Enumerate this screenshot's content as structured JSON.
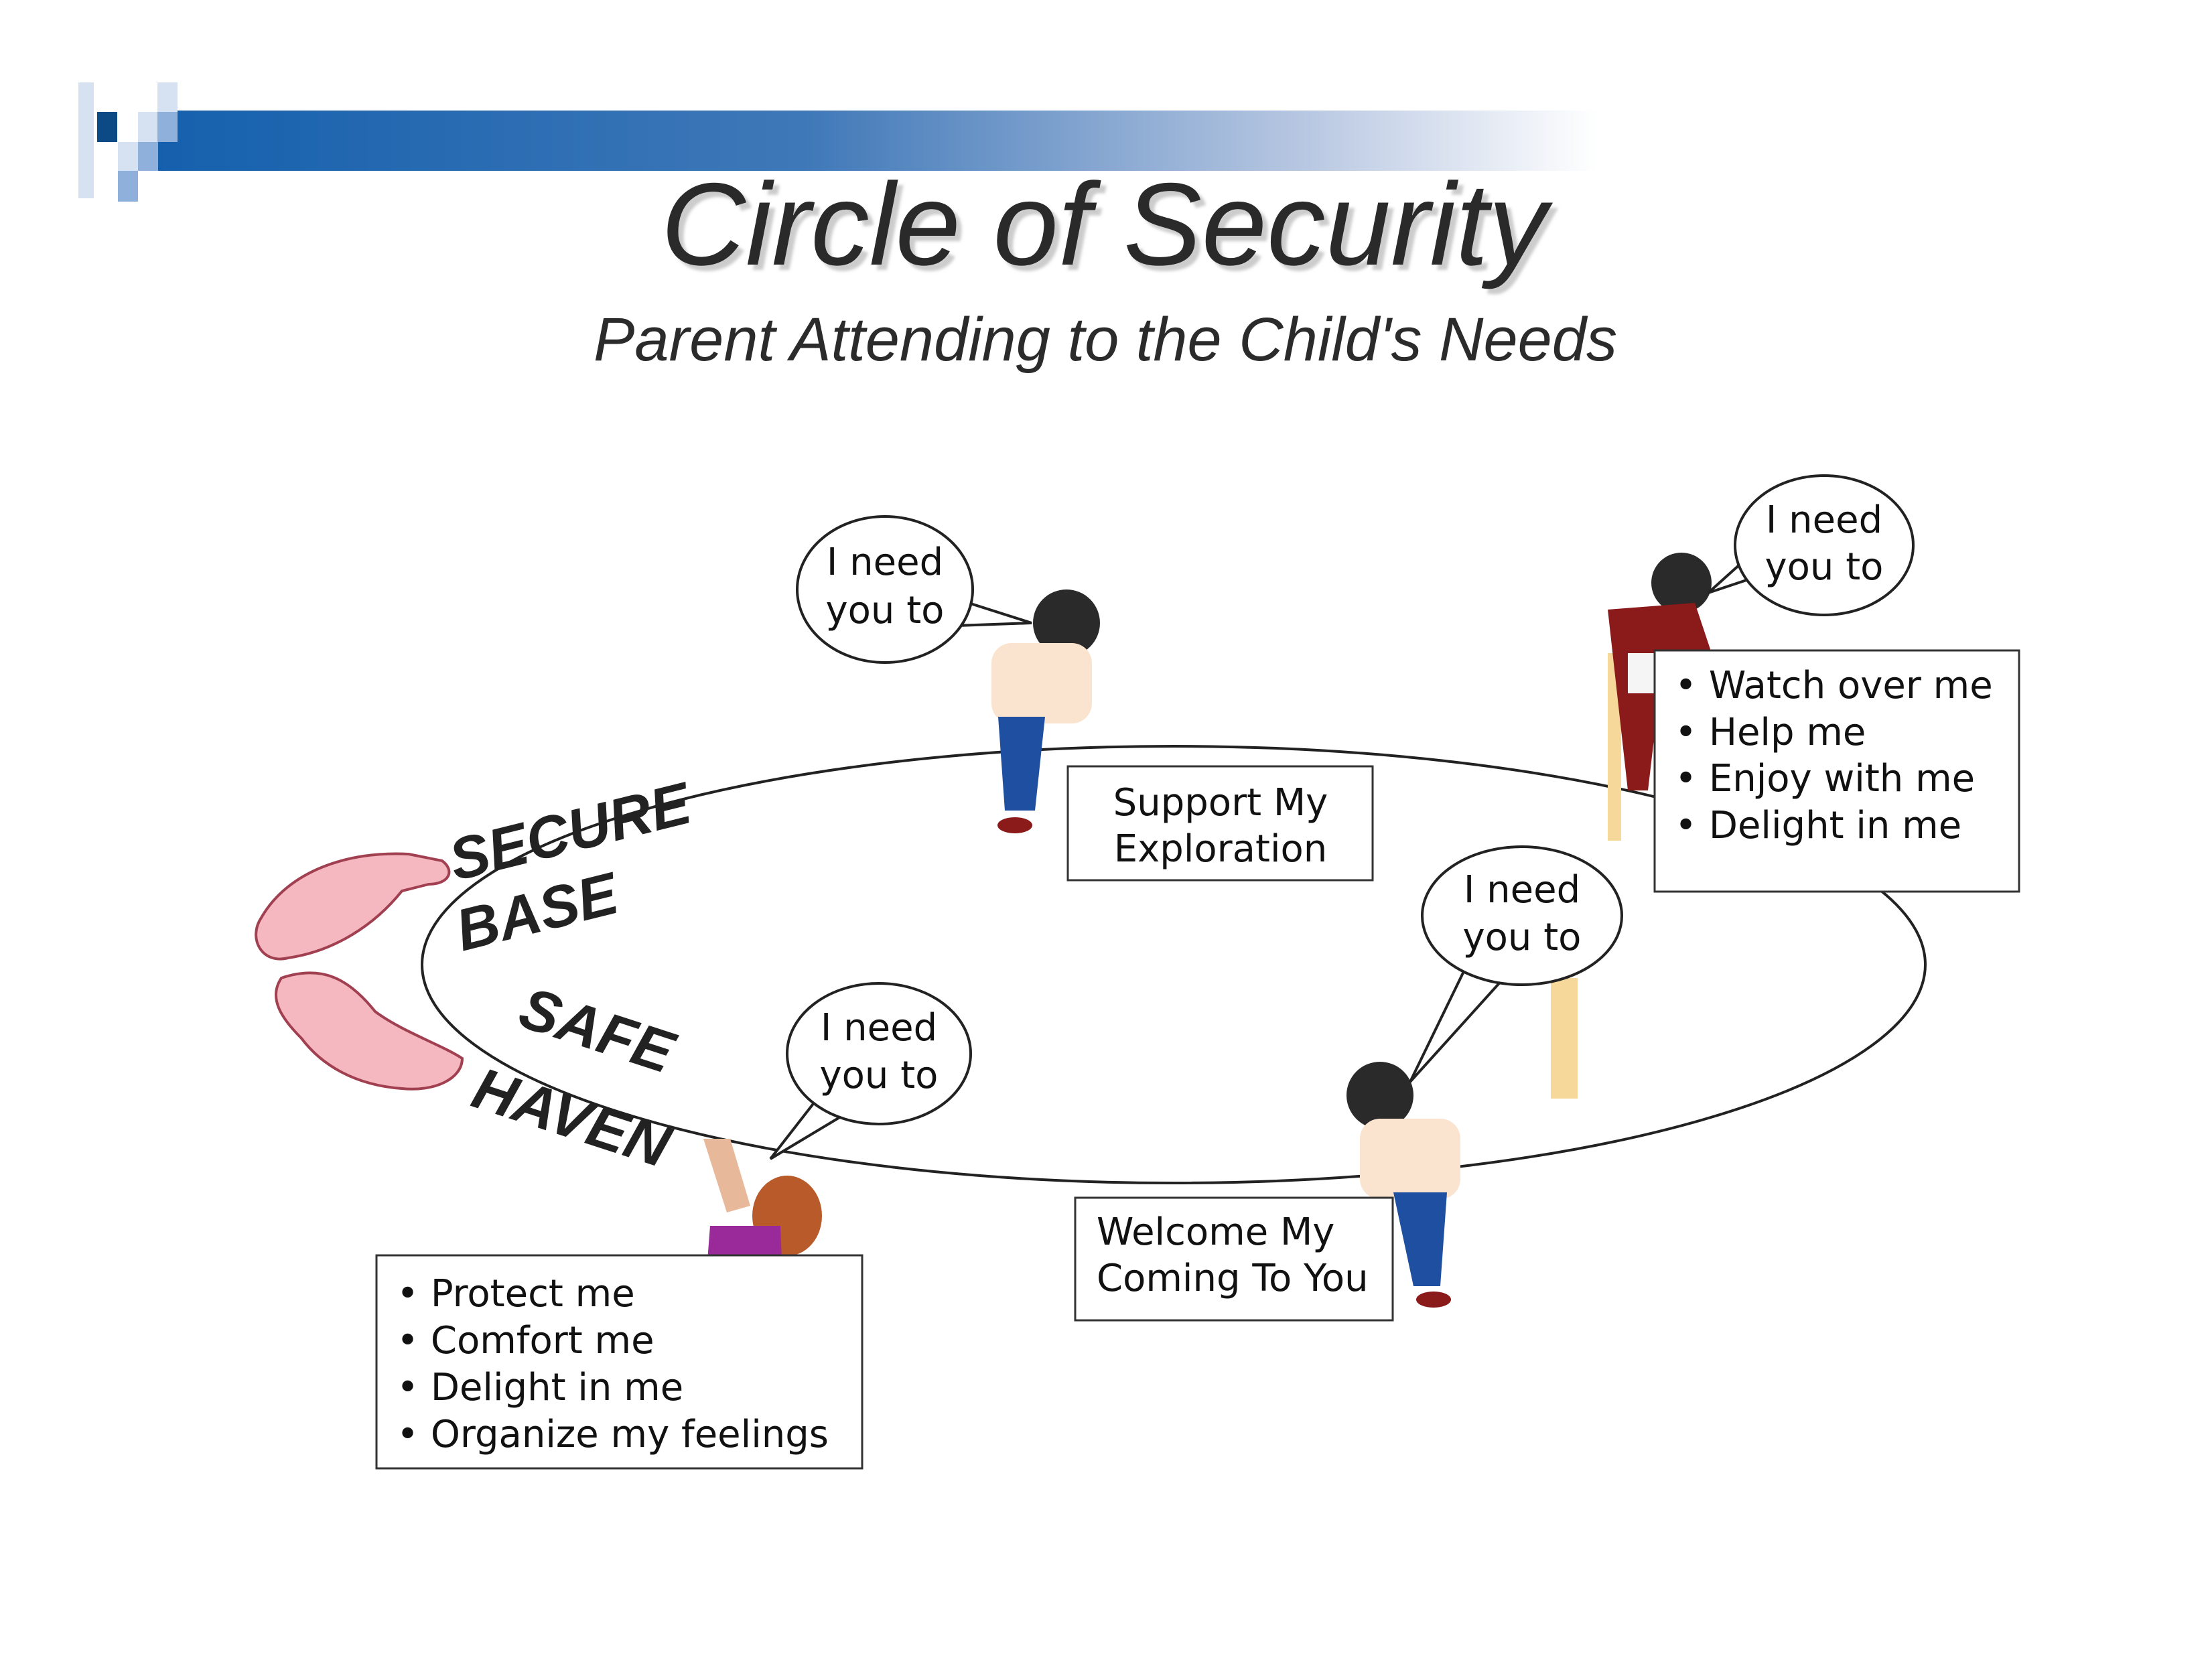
{
  "title": "Circle of Security",
  "subtitle": "Parent Attending to the Child's Needs",
  "labels": {
    "secure": "SECURE",
    "base": "BASE",
    "safe": "SAFE",
    "haven": "HAVEN"
  },
  "bubbles": [
    {
      "line1": "I need",
      "line2": "you to"
    },
    {
      "line1": "I need",
      "line2": "you to"
    },
    {
      "line1": "I need",
      "line2": "you to"
    },
    {
      "line1": "I need",
      "line2": "you to"
    }
  ],
  "boxes": {
    "exploration": {
      "line1": "Support My",
      "line2": "Exploration"
    },
    "welcome": {
      "line1": "Welcome My",
      "line2": "Coming To You"
    },
    "top_needs": [
      "Watch over me",
      "Help me",
      "Enjoy with me",
      "Delight in me"
    ],
    "bottom_needs": [
      "Protect me",
      "Comfort me",
      "Delight in me",
      "Organize my feelings"
    ]
  },
  "colors": {
    "header_blue": "#1560ad",
    "dark_blue": "#0b4a85",
    "hand_pink": "#f6b8c0"
  }
}
